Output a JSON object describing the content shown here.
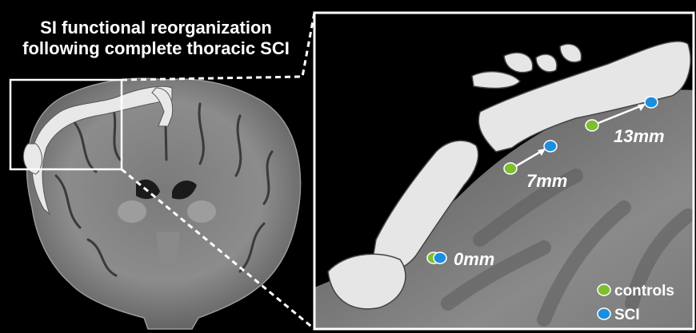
{
  "title": {
    "line1": "SI functional reorganization",
    "line2": "following complete thoracic SCI"
  },
  "shift_labels": [
    "0mm",
    "7mm",
    "13mm"
  ],
  "legend": {
    "controls": {
      "label": "controls",
      "color": "#7dbf2e"
    },
    "sci": {
      "label": "SCI",
      "color": "#1a8fe0"
    }
  }
}
